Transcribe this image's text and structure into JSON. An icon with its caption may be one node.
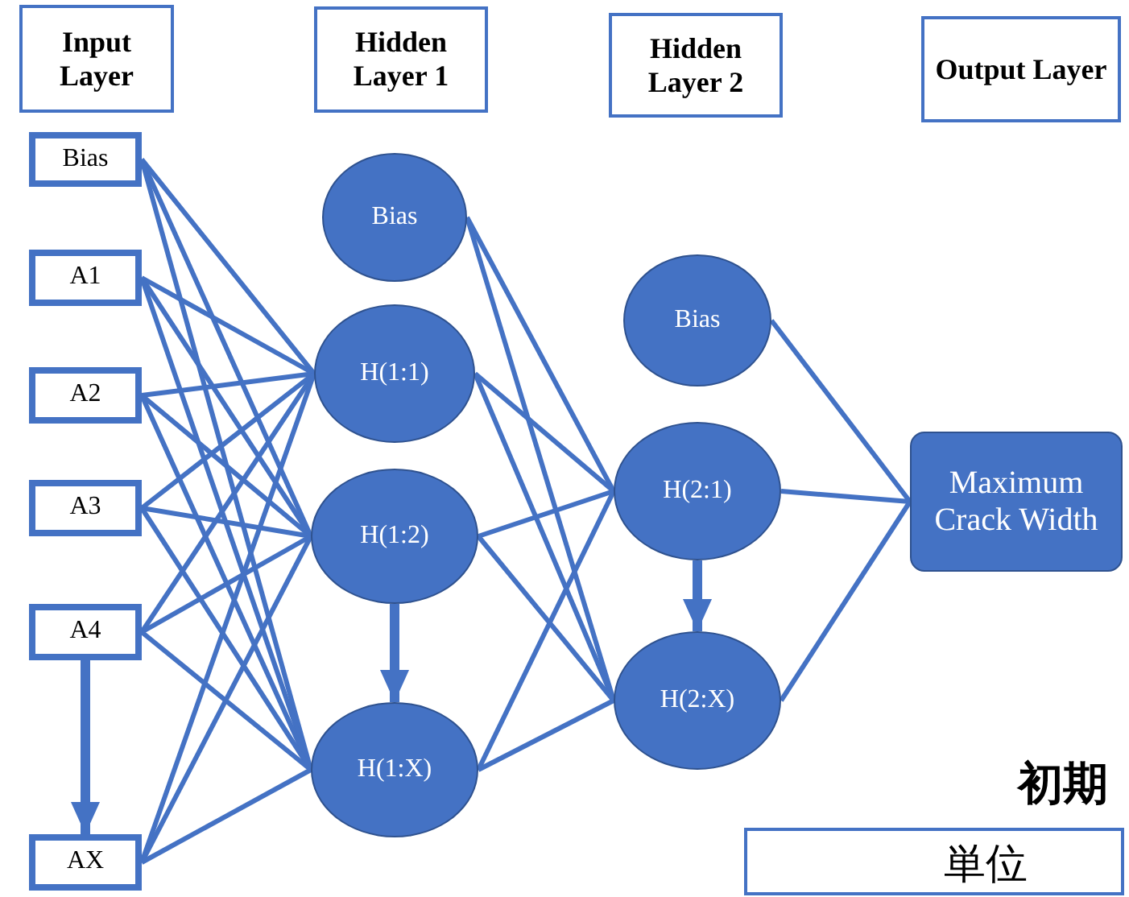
{
  "diagram": {
    "nodes": [
      {
        "text": [
          "Input Layer"
        ]
      },
      {
        "text": [
          "Hidden Layer 1"
        ]
      },
      {
        "text": [
          "Hidden Layer 2"
        ]
      },
      {
        "text": [
          "Output Layer"
        ]
      },
      {
        "text": [
          "Bias"
        ]
      },
      {
        "text": [
          "A1"
        ]
      },
      {
        "text": [
          "A2"
        ]
      },
      {
        "text": [
          "A3"
        ]
      },
      {
        "text": [
          "A4"
        ]
      },
      {
        "text": [
          "AX"
        ]
      },
      {
        "text": [
          "Bias"
        ]
      },
      {
        "text": [
          "H(1:1)"
        ]
      },
      {
        "text": [
          "H(1:2)"
        ]
      },
      {
        "text": [
          "H(1:X)"
        ]
      },
      {
        "text": [
          "Bias"
        ]
      },
      {
        "text": [
          "H(2:1)"
        ]
      },
      {
        "text": [
          "H(2:X)"
        ]
      },
      {
        "text": [
          "Maximum Crack Width"
        ]
      },
      {
        "text": [
          "単位"
        ],
        "beside": [
          "初期"
        ]
      }
    ],
    "edges": [
      {
        "from": 4,
        "to": 11,
        "arrow": "none"
      },
      {
        "from": 4,
        "to": 12,
        "arrow": "none"
      },
      {
        "from": 4,
        "to": 13,
        "arrow": "none"
      },
      {
        "from": 5,
        "to": 11,
        "arrow": "none"
      },
      {
        "from": 5,
        "to": 12,
        "arrow": "none"
      },
      {
        "from": 5,
        "to": 13,
        "arrow": "none"
      },
      {
        "from": 6,
        "to": 11,
        "arrow": "none"
      },
      {
        "from": 6,
        "to": 12,
        "arrow": "none"
      },
      {
        "from": 6,
        "to": 13,
        "arrow": "none"
      },
      {
        "from": 7,
        "to": 11,
        "arrow": "none"
      },
      {
        "from": 7,
        "to": 12,
        "arrow": "none"
      },
      {
        "from": 7,
        "to": 13,
        "arrow": "none"
      },
      {
        "from": 8,
        "to": 11,
        "arrow": "none"
      },
      {
        "from": 8,
        "to": 12,
        "arrow": "none"
      },
      {
        "from": 8,
        "to": 13,
        "arrow": "none"
      },
      {
        "from": 9,
        "to": 11,
        "arrow": "none"
      },
      {
        "from": 9,
        "to": 12,
        "arrow": "none"
      },
      {
        "from": 9,
        "to": 13,
        "arrow": "none"
      },
      {
        "from": 10,
        "to": 15,
        "arrow": "none"
      },
      {
        "from": 10,
        "to": 16,
        "arrow": "none"
      },
      {
        "from": 11,
        "to": 15,
        "arrow": "none"
      },
      {
        "from": 11,
        "to": 16,
        "arrow": "none"
      },
      {
        "from": 12,
        "to": 15,
        "arrow": "none"
      },
      {
        "from": 12,
        "to": 16,
        "arrow": "none"
      },
      {
        "from": 13,
        "to": 15,
        "arrow": "none"
      },
      {
        "from": 13,
        "to": 16,
        "arrow": "none"
      },
      {
        "from": 14,
        "to": 17,
        "arrow": "none"
      },
      {
        "from": 15,
        "to": 17,
        "arrow": "none"
      },
      {
        "from": 16,
        "to": 17,
        "arrow": "none"
      },
      {
        "from": 8,
        "to": 9,
        "arrow": "to",
        "style": "thick"
      },
      {
        "from": 12,
        "to": 13,
        "arrow": "to",
        "style": "thick"
      },
      {
        "from": 15,
        "to": 16,
        "arrow": "to",
        "style": "thick"
      }
    ]
  }
}
